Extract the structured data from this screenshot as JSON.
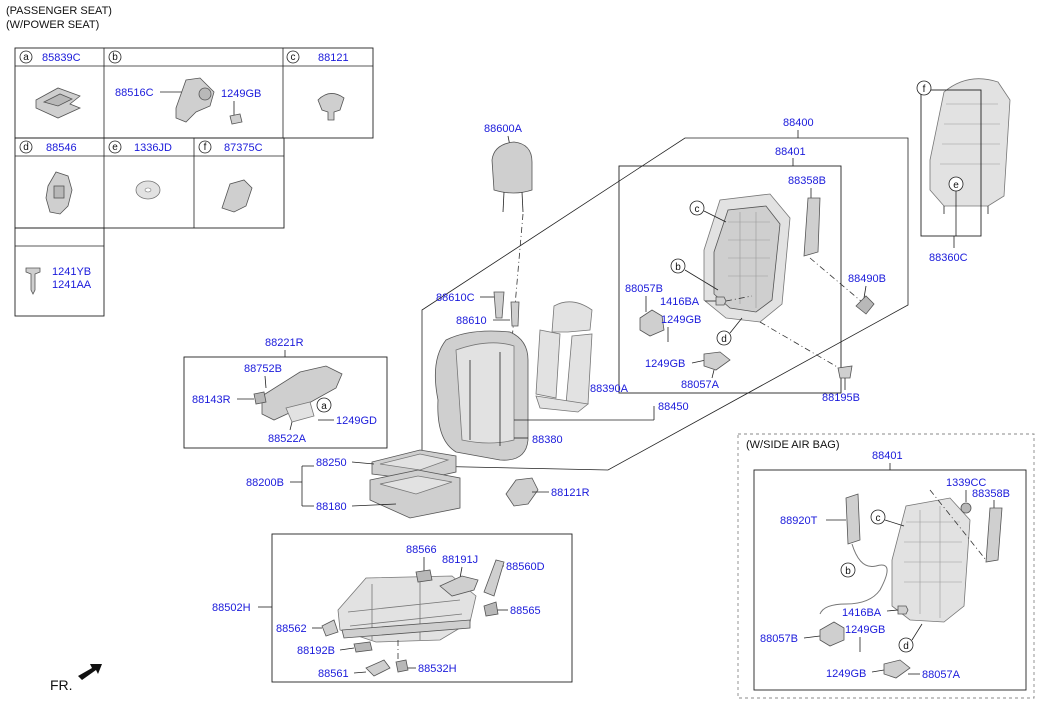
{
  "header": {
    "line1": "(PASSENGER SEAT)",
    "line2": "(W/POWER SEAT)"
  },
  "legend": {
    "a": {
      "letter": "a",
      "part": "85839C"
    },
    "b": {
      "letter": "b",
      "part1": "88516C",
      "part2": "1249GB"
    },
    "c": {
      "letter": "c",
      "part": "88121"
    },
    "d": {
      "letter": "d",
      "part": "88546"
    },
    "e": {
      "letter": "e",
      "part": "1336JD"
    },
    "f": {
      "letter": "f",
      "part": "87375C"
    },
    "screw": {
      "part1": "1241YB",
      "part2": "1241AA"
    }
  },
  "side_airbag": {
    "title": "(W/SIDE AIR BAG)",
    "frame": "88401",
    "p1339cc": "1339CC",
    "p88358b": "88358B",
    "p88920t": "88920T",
    "p1416ba": "1416BA",
    "p88057b": "88057B",
    "p1249gb_a": "1249GB",
    "p1249gb_b": "1249GB",
    "p88057a": "88057A",
    "c": "c",
    "b": "b",
    "d": "d"
  },
  "labels": {
    "p88600A": "88600A",
    "p88400": "88400",
    "p88401": "88401",
    "p88358B": "88358B",
    "p88490B": "88490B",
    "p88057B": "88057B",
    "p1416BA": "1416BA",
    "p1249GB_1": "1249GB",
    "p1249GB_2": "1249GB",
    "p88057A": "88057A",
    "p88195B": "88195B",
    "p88610C": "88610C",
    "p88610": "88610",
    "p88390A": "88390A",
    "p88450": "88450",
    "p88380": "88380",
    "p88221R": "88221R",
    "p88752B": "88752B",
    "p88143R": "88143R",
    "p1249GD": "1249GD",
    "p88522A": "88522A",
    "p88250": "88250",
    "p88200B": "88200B",
    "p88180": "88180",
    "p88121R": "88121R",
    "p88360C": "88360C",
    "p88566": "88566",
    "p88191J": "88191J",
    "p88560D": "88560D",
    "p88502H": "88502H",
    "p88565": "88565",
    "p88562": "88562",
    "p88192B": "88192B",
    "p88561": "88561",
    "p88532H": "88532H",
    "circ_c": "c",
    "circ_b": "b",
    "circ_d": "d",
    "circ_a": "a",
    "circ_f": "f",
    "circ_e": "e"
  },
  "footer": {
    "fr": "FR."
  }
}
